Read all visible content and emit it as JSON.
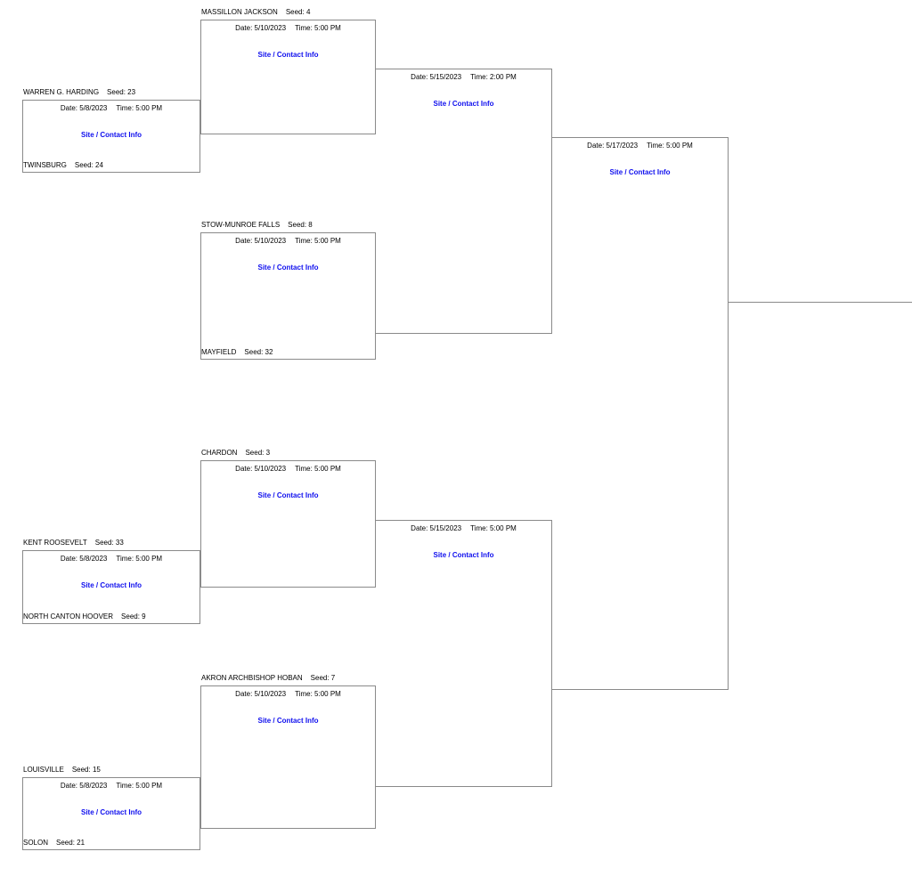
{
  "bracket": {
    "site_contact_label": "Site / Contact Info",
    "colors": {
      "line": "#8a8a8a",
      "link": "#0f0fee",
      "text": "#000000"
    },
    "matches": {
      "r1g1": {
        "date": "Date: 5/8/2023",
        "time": "Time: 5:00 PM",
        "top": {
          "name": "WARREN G. HARDING",
          "seed": "Seed: 23"
        },
        "bottom": {
          "name": "TWINSBURG",
          "seed": "Seed: 24"
        }
      },
      "r1g2": {
        "date": "Date: 5/8/2023",
        "time": "Time: 5:00 PM",
        "top": {
          "name": "KENT ROOSEVELT",
          "seed": "Seed: 33"
        },
        "bottom": {
          "name": "NORTH CANTON HOOVER",
          "seed": "Seed: 9"
        }
      },
      "r1g3": {
        "date": "Date: 5/8/2023",
        "time": "Time: 5:00 PM",
        "top": {
          "name": "LOUISVILLE",
          "seed": "Seed: 15"
        },
        "bottom": {
          "name": "SOLON",
          "seed": "Seed: 21"
        }
      },
      "r2g1": {
        "date": "Date: 5/10/2023",
        "time": "Time: 5:00 PM",
        "top": {
          "name": "MASSILLON JACKSON",
          "seed": "Seed: 4"
        }
      },
      "r2g2": {
        "date": "Date: 5/10/2023",
        "time": "Time: 5:00 PM",
        "top": {
          "name": "STOW-MUNROE FALLS",
          "seed": "Seed: 8"
        },
        "bottom": {
          "name": "MAYFIELD",
          "seed": "Seed: 32"
        }
      },
      "r2g3": {
        "date": "Date: 5/10/2023",
        "time": "Time: 5:00 PM",
        "top": {
          "name": "CHARDON",
          "seed": "Seed: 3"
        }
      },
      "r2g4": {
        "date": "Date: 5/10/2023",
        "time": "Time: 5:00 PM",
        "top": {
          "name": "AKRON ARCHBISHOP HOBAN",
          "seed": "Seed: 7"
        }
      },
      "sf1": {
        "date": "Date: 5/15/2023",
        "time": "Time: 2:00 PM"
      },
      "sf2": {
        "date": "Date: 5/15/2023",
        "time": "Time: 5:00 PM"
      },
      "final": {
        "date": "Date: 5/17/2023",
        "time": "Time: 5:00 PM"
      }
    }
  }
}
